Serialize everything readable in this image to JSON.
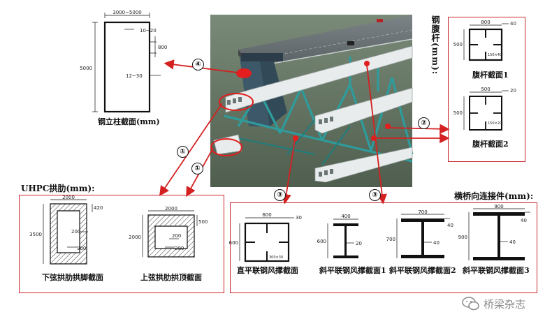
{
  "column": {
    "caption": "钢立柱截面(mm)",
    "dims": {
      "width": "3000~5000",
      "flange": "10~20",
      "stiff": "800",
      "height": "5000",
      "web": "12~30"
    }
  },
  "markers": {
    "m1": "①",
    "m1b": "①",
    "m2": "②",
    "m3": "③",
    "m3b": "③",
    "m4": "④"
  },
  "web_member": {
    "heading": "钢腹杆(mm):",
    "section1": {
      "caption": "腹杆截面1",
      "w": "800",
      "t": "40",
      "h": "500",
      "rib": "150×40"
    },
    "section2": {
      "caption": "腹杆截面2",
      "w": "500",
      "t": "20",
      "h": "500",
      "rib": "150×20"
    }
  },
  "uhpc": {
    "heading": "UHPC拱肋(mm):",
    "lower": {
      "caption": "下弦拱肋拱脚截面",
      "w": "2000",
      "t": "420",
      "h": "3500",
      "inner": "200",
      "bottom": "900"
    },
    "upper": {
      "caption": "上弦拱肋拱顶截面",
      "w": "2000",
      "t": "500",
      "h": "2000",
      "inner1": "200",
      "inner2": "200"
    }
  },
  "bracing": {
    "heading": "横桥向连接件(mm):",
    "s1": {
      "caption": "直平联钢风撑截面",
      "w": "600",
      "t": "30",
      "h": "600",
      "rib": "300×30"
    },
    "s2": {
      "caption": "斜平联钢风撑截面1",
      "w": "400",
      "t": "20",
      "h": "600",
      "tw": "20"
    },
    "s3": {
      "caption": "斜平联钢风撑截面2",
      "w": "700",
      "t": "40",
      "h": "700",
      "tw": "40"
    },
    "s4": {
      "caption": "斜平联钢风撑截面3",
      "w": "900",
      "t": "40",
      "h": "900",
      "tw": "40"
    }
  },
  "watermark": "桥梁杂志",
  "colors": {
    "frame": "#c8272d",
    "arrow": "#d42020",
    "steel": "#2e9c9c"
  }
}
